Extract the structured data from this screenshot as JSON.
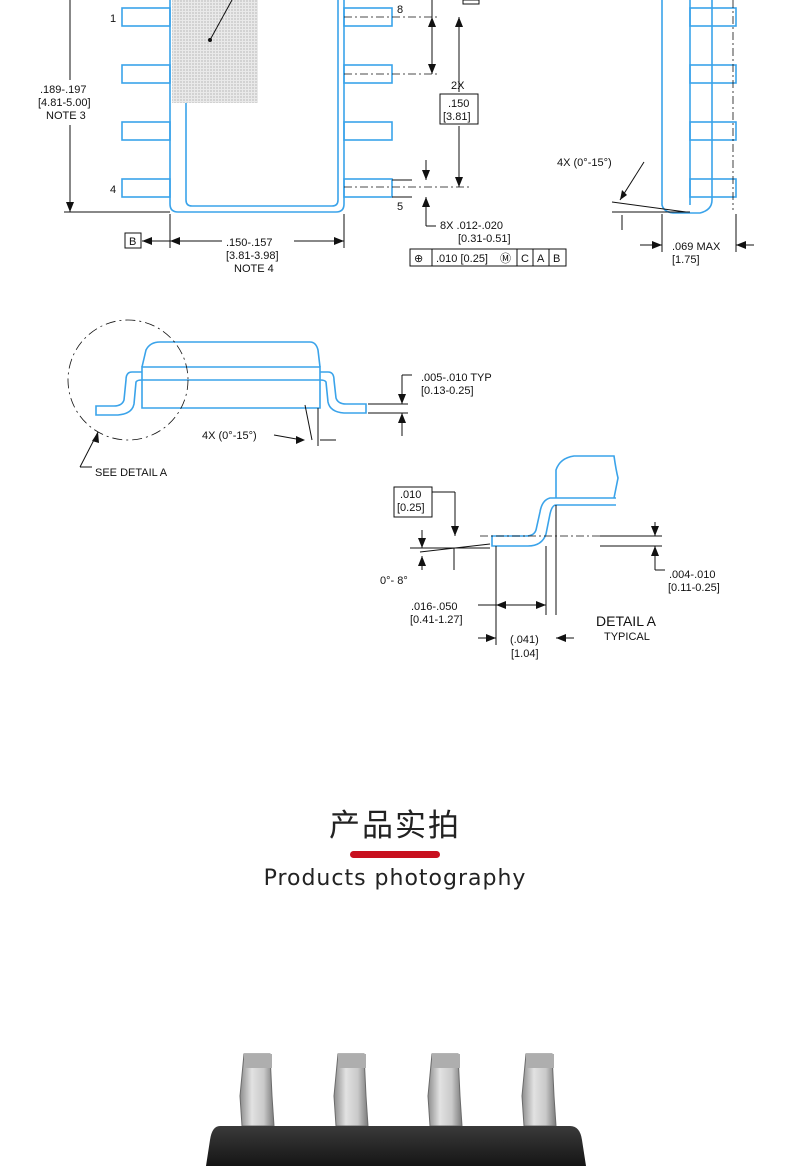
{
  "drawing": {
    "top_view": {
      "pins": [
        "1",
        "4",
        "8",
        "5"
      ],
      "length_dim": [
        ".189-.197",
        "[4.81-5.00]",
        "NOTE 3"
      ],
      "width_dim": [
        ".150-.157",
        "[3.81-3.98]",
        "NOTE 4"
      ],
      "datum_b": "B",
      "pitch_dim": [
        "2X",
        ".150",
        "[3.81]"
      ],
      "lead_width_dim": [
        "8X .012-.020",
        "[0.31-0.51]"
      ],
      "tolerance_frame": [
        "⊕",
        ".010 [0.25]",
        "Ⓜ",
        "C",
        "A",
        "B"
      ]
    },
    "end_view": {
      "angle_dim": "4X (0°-15°)",
      "height_dim": [
        ".069 MAX",
        "[1.75]"
      ]
    },
    "side_view": {
      "thickness_dim": [
        ".005-.010  TYP",
        "[0.13-0.25]"
      ],
      "angle_dim": "4X (0°-15°)",
      "detail_ref": "SEE DETAIL A"
    },
    "detail_a": {
      "gauge_dim": [
        ".010",
        "[0.25]"
      ],
      "angle_dim": "0°- 8°",
      "foot_dim": [
        ".016-.050",
        "[0.41-1.27]"
      ],
      "footprint_dim": [
        "(.041)",
        "[1.04]"
      ],
      "standoff_dim": [
        ".004-.010",
        "[0.11-0.25]"
      ],
      "title": "DETAIL A",
      "subtitle": "TYPICAL"
    }
  },
  "section": {
    "title": "产品实拍",
    "subtitle": "Products photography",
    "accent_color": "#c8101e"
  },
  "photo": {
    "description_icon": "soic-8-chip-photo-icon"
  }
}
